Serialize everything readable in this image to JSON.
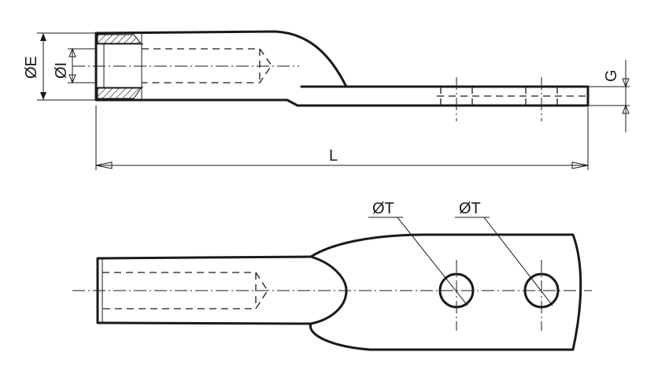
{
  "labels": {
    "diameter_e": "ØE",
    "diameter_i": "ØI",
    "g": "G",
    "l": "L",
    "diameter_t_1": "ØT",
    "diameter_t_2": "ØT"
  }
}
